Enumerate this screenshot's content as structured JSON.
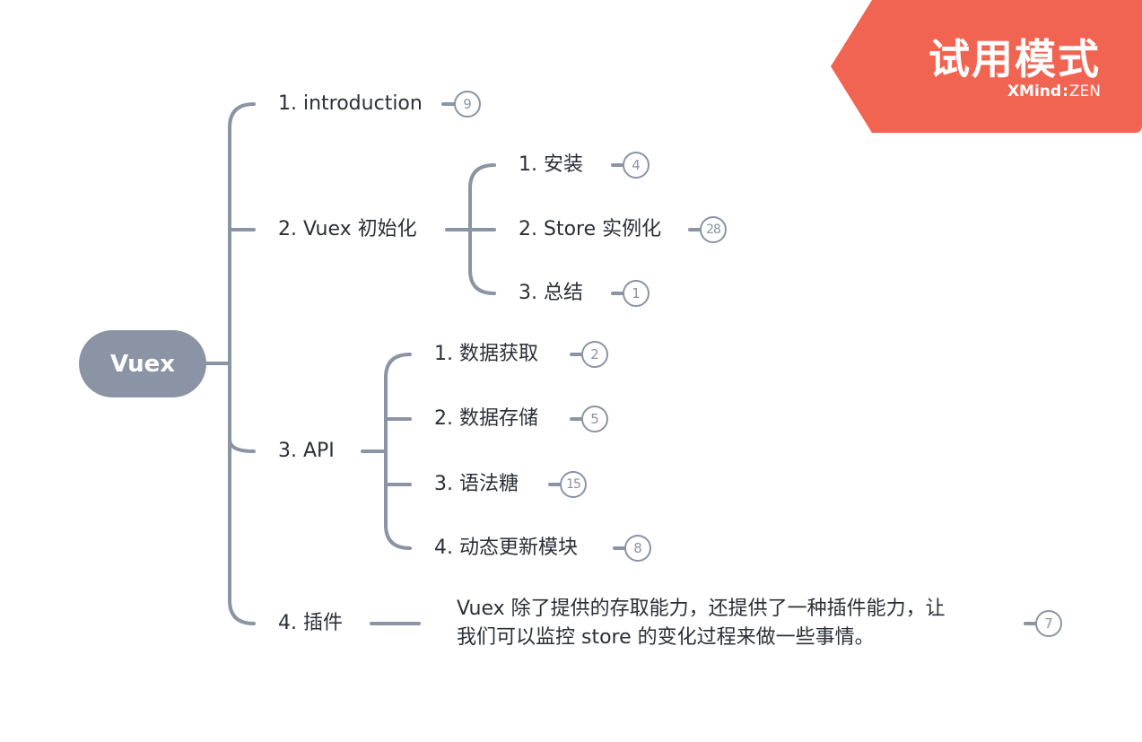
{
  "root": {
    "label": "Vuex"
  },
  "topics": [
    {
      "label": "1. introduction",
      "badge": "9"
    },
    {
      "label": "2. Vuex 初始化"
    },
    {
      "label": "3. API"
    },
    {
      "label": "4. 插件"
    }
  ],
  "init_children": [
    {
      "label": "1. 安装",
      "badge": "4"
    },
    {
      "label": "2. Store 实例化",
      "badge": "28"
    },
    {
      "label": "3. 总结",
      "badge": "1"
    }
  ],
  "api_children": [
    {
      "label": "1. 数据获取",
      "badge": "2"
    },
    {
      "label": "2. 数据存储",
      "badge": "5"
    },
    {
      "label": "3. 语法糖",
      "badge": "15"
    },
    {
      "label": "4. 动态更新模块",
      "badge": "8"
    }
  ],
  "plugin_child": {
    "line1": "Vuex 除了提供的存取能力，还提供了一种插件能力，让",
    "line2": "我们可以监控 store 的变化过程来做一些事情。",
    "badge": "7"
  },
  "trial": {
    "title": "试用模式",
    "brand_bold": "XMind",
    "brand_sep": ":",
    "brand_light": "ZEN"
  },
  "colors": {
    "line": "#8b94a4",
    "root_fill": "#8b94a4",
    "banner": "#f26452",
    "text": "#2b2f36"
  }
}
